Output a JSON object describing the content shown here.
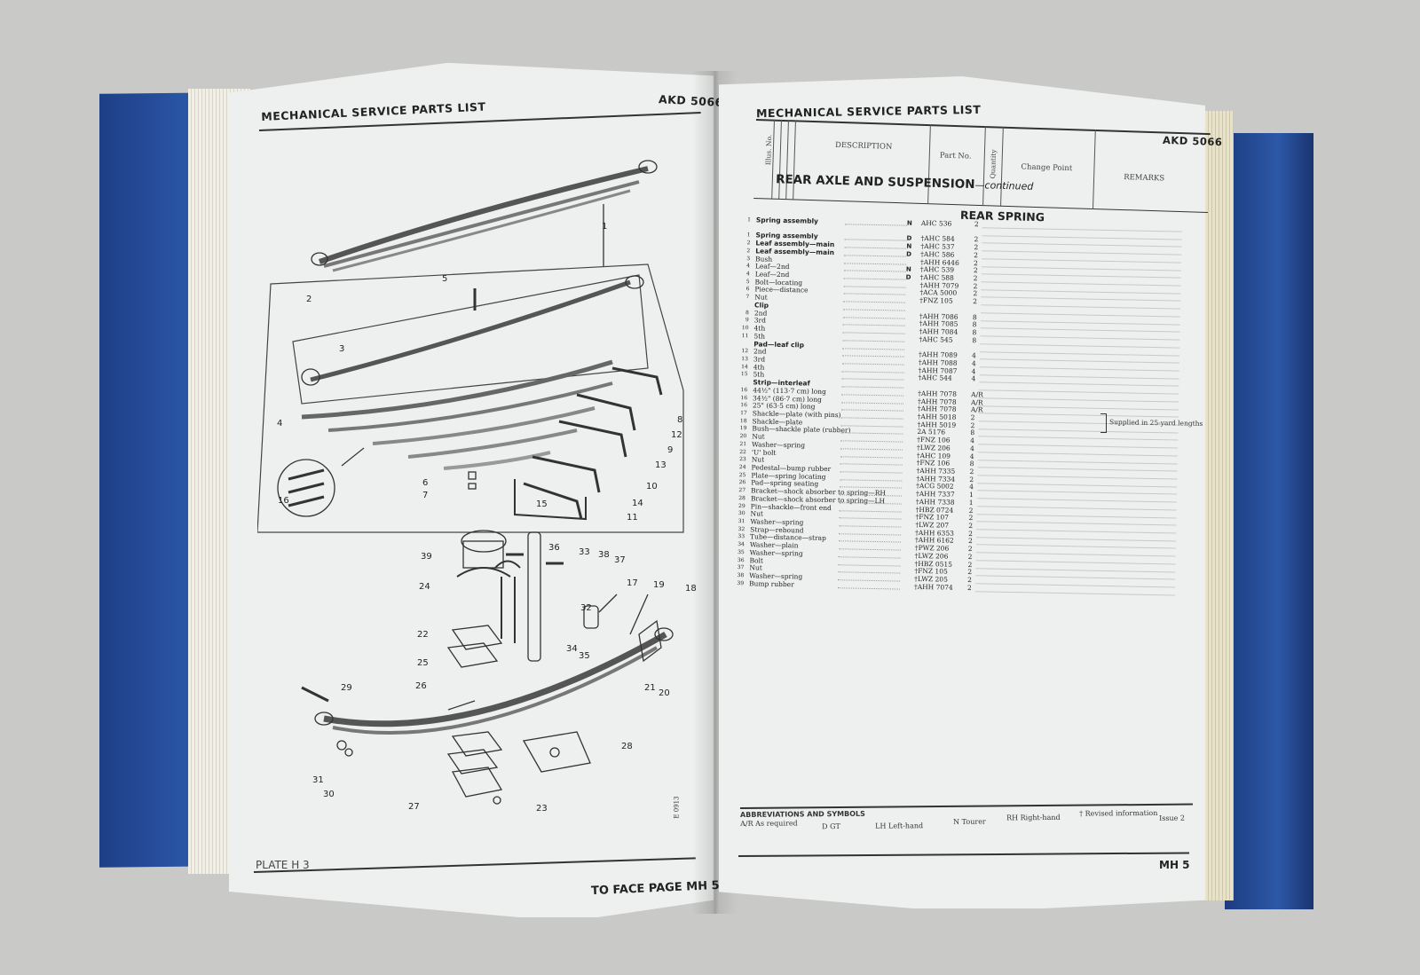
{
  "left_page": {
    "header_title": "MECHANICAL SERVICE PARTS LIST",
    "header_ref": "AKD 5066",
    "plate": "PLATE H 3",
    "face_page": "TO FACE PAGE MH 5",
    "drawing_ref": "E 0913",
    "callouts": [
      "1",
      "2",
      "3",
      "4",
      "5",
      "6",
      "7",
      "8",
      "9",
      "10",
      "11",
      "12",
      "13",
      "14",
      "15",
      "16",
      "17",
      "19",
      "18",
      "20",
      "21",
      "22",
      "23",
      "24",
      "25",
      "26",
      "27",
      "28",
      "29",
      "30",
      "31",
      "32",
      "33",
      "34",
      "35",
      "36",
      "37",
      "38",
      "39"
    ]
  },
  "right_page": {
    "header_title": "MECHANICAL SERVICE PARTS LIST",
    "header_ref": "AKD 5066",
    "columns": {
      "illus": "Illus. No.",
      "description": "DESCRIPTION",
      "part_no": "Part No.",
      "quantity": "Quantity",
      "change_point": "Change Point",
      "remarks": "REMARKS"
    },
    "section_title": "REAR AXLE AND SUSPENSION",
    "section_cont": "—continued",
    "sub_title": "REAR SPRING",
    "supplied_note": "Supplied in 25-yard lengths",
    "rows": [
      {
        "no": "1",
        "desc": "Spring assembly",
        "bold": true,
        "code": "N",
        "pn": "AHC 536",
        "qty": "2"
      },
      {
        "no": "",
        "desc": "",
        "bold": false,
        "code": "",
        "pn": "",
        "qty": ""
      },
      {
        "no": "1",
        "desc": "Spring assembly",
        "bold": true,
        "code": "D",
        "pn": "†AHC 584",
        "qty": "2"
      },
      {
        "no": "2",
        "desc": "Leaf assembly—main",
        "bold": true,
        "code": "N",
        "pn": "†AHC 537",
        "qty": "2"
      },
      {
        "no": "2",
        "desc": "Leaf assembly—main",
        "bold": true,
        "code": "D",
        "pn": "†AHC 586",
        "qty": "2"
      },
      {
        "no": "3",
        "desc": "Bush",
        "bold": false,
        "code": "",
        "pn": "†AHH 6446",
        "qty": "2"
      },
      {
        "no": "4",
        "desc": "Leaf—2nd",
        "bold": false,
        "code": "N",
        "pn": "†AHC 539",
        "qty": "2"
      },
      {
        "no": "4",
        "desc": "Leaf—2nd",
        "bold": false,
        "code": "D",
        "pn": "†AHC 588",
        "qty": "2"
      },
      {
        "no": "5",
        "desc": "Bolt—locating",
        "bold": false,
        "code": "",
        "pn": "†AHH 7079",
        "qty": "2"
      },
      {
        "no": "6",
        "desc": "Piece—distance",
        "bold": false,
        "code": "",
        "pn": "†ACA 5000",
        "qty": "2"
      },
      {
        "no": "7",
        "desc": "Nut",
        "bold": false,
        "code": "",
        "pn": "†FNZ 105",
        "qty": "2"
      },
      {
        "no": "",
        "desc": "Clip",
        "bold": true,
        "code": "",
        "pn": "",
        "qty": ""
      },
      {
        "no": "8",
        "desc": "2nd",
        "bold": false,
        "code": "",
        "pn": "†AHH 7086",
        "qty": "8"
      },
      {
        "no": "9",
        "desc": "3rd",
        "bold": false,
        "code": "",
        "pn": "†AHH 7085",
        "qty": "8"
      },
      {
        "no": "10",
        "desc": "4th",
        "bold": false,
        "code": "",
        "pn": "†AHH 7084",
        "qty": "8"
      },
      {
        "no": "11",
        "desc": "5th",
        "bold": false,
        "code": "",
        "pn": "†AHC 545",
        "qty": "8"
      },
      {
        "no": "",
        "desc": "Pad—leaf clip",
        "bold": true,
        "code": "",
        "pn": "",
        "qty": ""
      },
      {
        "no": "12",
        "desc": "2nd",
        "bold": false,
        "code": "",
        "pn": "†AHH 7089",
        "qty": "4"
      },
      {
        "no": "13",
        "desc": "3rd",
        "bold": false,
        "code": "",
        "pn": "†AHH 7088",
        "qty": "4"
      },
      {
        "no": "14",
        "desc": "4th",
        "bold": false,
        "code": "",
        "pn": "†AHH 7087",
        "qty": "4"
      },
      {
        "no": "15",
        "desc": "5th",
        "bold": false,
        "code": "",
        "pn": "†AHC 544",
        "qty": "4"
      },
      {
        "no": "",
        "desc": "Strip—interleaf",
        "bold": true,
        "code": "",
        "pn": "",
        "qty": ""
      },
      {
        "no": "16",
        "desc": "44½\" (113·7 cm) long",
        "bold": false,
        "code": "",
        "pn": "†AHH 7078",
        "qty": "A/R"
      },
      {
        "no": "16",
        "desc": "34½\" (86·7 cm) long",
        "bold": false,
        "code": "",
        "pn": "†AHH 7078",
        "qty": "A/R"
      },
      {
        "no": "16",
        "desc": "25\" (63·5 cm) long",
        "bold": false,
        "code": "",
        "pn": "†AHH 7078",
        "qty": "A/R"
      },
      {
        "no": "17",
        "desc": "Shackle—plate (with pins)",
        "bold": false,
        "code": "",
        "pn": "†AHH 5018",
        "qty": "2"
      },
      {
        "no": "18",
        "desc": "Shackle—plate",
        "bold": false,
        "code": "",
        "pn": "†AHH 5019",
        "qty": "2"
      },
      {
        "no": "19",
        "desc": "Bush—shackle plate (rubber)",
        "bold": false,
        "code": "",
        "pn": "2A 5176",
        "qty": "8"
      },
      {
        "no": "20",
        "desc": "Nut",
        "bold": false,
        "code": "",
        "pn": "†FNZ 106",
        "qty": "4"
      },
      {
        "no": "21",
        "desc": "Washer—spring",
        "bold": false,
        "code": "",
        "pn": "†LWZ 206",
        "qty": "4"
      },
      {
        "no": "22",
        "desc": "'U' bolt",
        "bold": false,
        "code": "",
        "pn": "†AHC 109",
        "qty": "4"
      },
      {
        "no": "23",
        "desc": "Nut",
        "bold": false,
        "code": "",
        "pn": "†FNZ 106",
        "qty": "8"
      },
      {
        "no": "24",
        "desc": "Pedestal—bump rubber",
        "bold": false,
        "code": "",
        "pn": "†AHH 7335",
        "qty": "2"
      },
      {
        "no": "25",
        "desc": "Plate—spring locating",
        "bold": false,
        "code": "",
        "pn": "†AHH 7334",
        "qty": "2"
      },
      {
        "no": "26",
        "desc": "Pad—spring seating",
        "bold": false,
        "code": "",
        "pn": "†ACG 5002",
        "qty": "4"
      },
      {
        "no": "27",
        "desc": "Bracket—shock absorber to spring—RH",
        "bold": false,
        "code": "",
        "pn": "†AHH 7337",
        "qty": "1"
      },
      {
        "no": "28",
        "desc": "Bracket—shock absorber to spring—LH",
        "bold": false,
        "code": "",
        "pn": "†AHH 7338",
        "qty": "1"
      },
      {
        "no": "29",
        "desc": "Pin—shackle—front end",
        "bold": false,
        "code": "",
        "pn": "†HBZ 0724",
        "qty": "2"
      },
      {
        "no": "30",
        "desc": "Nut",
        "bold": false,
        "code": "",
        "pn": "†FNZ 107",
        "qty": "2"
      },
      {
        "no": "31",
        "desc": "Washer—spring",
        "bold": false,
        "code": "",
        "pn": "†LWZ 207",
        "qty": "2"
      },
      {
        "no": "32",
        "desc": "Strap—rebound",
        "bold": false,
        "code": "",
        "pn": "†AHH 6353",
        "qty": "2"
      },
      {
        "no": "33",
        "desc": "Tube—distance—strap",
        "bold": false,
        "code": "",
        "pn": "†AHH 6162",
        "qty": "2"
      },
      {
        "no": "34",
        "desc": "Washer—plain",
        "bold": false,
        "code": "",
        "pn": "†PWZ 206",
        "qty": "2"
      },
      {
        "no": "35",
        "desc": "Washer—spring",
        "bold": false,
        "code": "",
        "pn": "†LWZ 206",
        "qty": "2"
      },
      {
        "no": "36",
        "desc": "Bolt",
        "bold": false,
        "code": "",
        "pn": "†HBZ 0515",
        "qty": "2"
      },
      {
        "no": "37",
        "desc": "Nut",
        "bold": false,
        "code": "",
        "pn": "†FNZ 105",
        "qty": "2"
      },
      {
        "no": "38",
        "desc": "Washer—spring",
        "bold": false,
        "code": "",
        "pn": "†LWZ 205",
        "qty": "2"
      },
      {
        "no": "39",
        "desc": "Bump rubber",
        "bold": false,
        "code": "",
        "pn": "†AHH 7074",
        "qty": "2"
      }
    ],
    "abbreviations_title": "ABBREVIATIONS AND SYMBOLS",
    "abbreviations": [
      "A/R  As required",
      "D  GT",
      "LH  Left-hand",
      "N  Tourer",
      "RH  Right-hand",
      "† Revised information"
    ],
    "issue": "Issue 2",
    "page_no": "MH 5"
  },
  "colors": {
    "cover": "#2a55a6",
    "page": "#eef0ef",
    "ink": "#222222",
    "background": "#c9c9c7"
  }
}
